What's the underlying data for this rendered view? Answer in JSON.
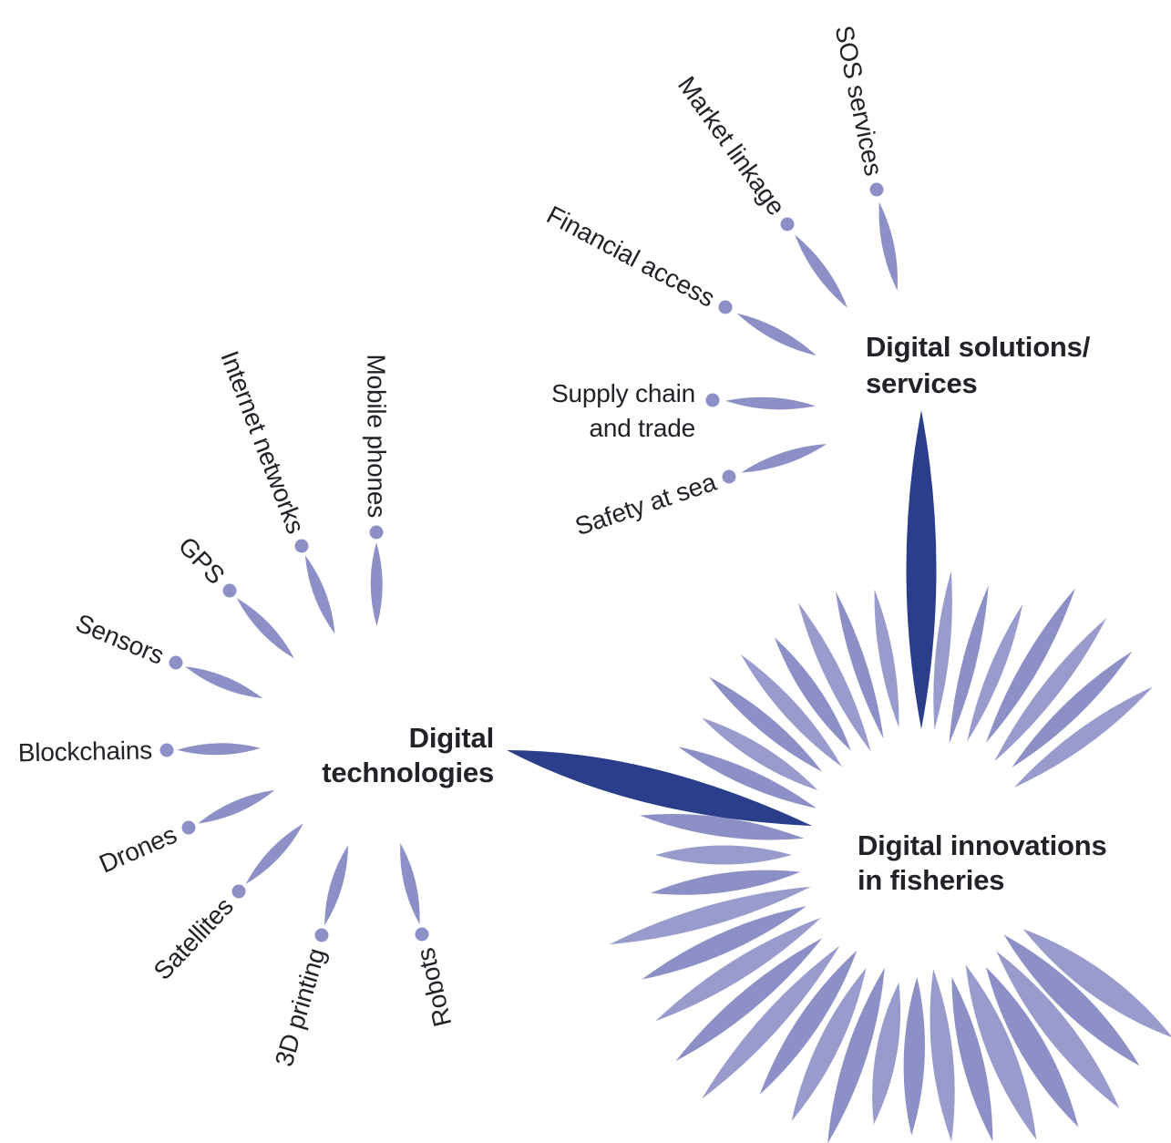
{
  "diagram_title": "Digital innovations in fisheries",
  "colors": {
    "navy": "#2b3e8c",
    "lavender": "#8d90c6",
    "lavender_light": "#989bcc",
    "text_dark": "#242128"
  },
  "hubs": {
    "technologies": {
      "title_lines": [
        "Digital",
        "technologies"
      ],
      "spokes": [
        "Mobile phones",
        "Internet networks",
        "GPS",
        "Sensors",
        "Blockchains",
        "Drones",
        "Satellites",
        "3D printing",
        "Robots"
      ]
    },
    "solutions": {
      "title_lines": [
        "Digital solutions/",
        "services"
      ],
      "spokes": [
        "SOS services",
        "Market linkage",
        "Financial access",
        [
          "Supply chain",
          "and trade"
        ],
        "Safety at sea"
      ]
    },
    "fisheries": {
      "title_lines": [
        "Digital innovations",
        "in fisheries"
      ]
    }
  },
  "links": [
    {
      "from": "Digital solutions/services",
      "to": "Digital innovations in fisheries"
    },
    {
      "from": "Digital technologies",
      "to": "Digital innovations in fisheries"
    }
  ]
}
